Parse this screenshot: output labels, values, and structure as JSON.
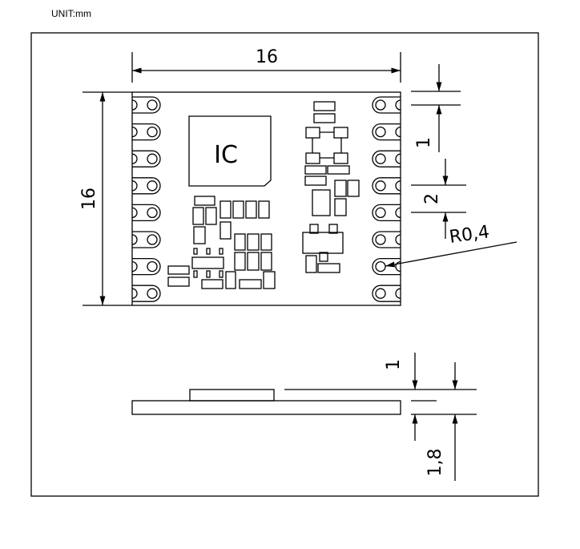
{
  "unit_label": "UNIT:mm",
  "top_view": {
    "chip_label": "IC",
    "width_dim": "16",
    "height_dim": "16",
    "pad_gap_dim": "1",
    "pad_pitch_dim": "2",
    "radius_dim": "R0,4",
    "pads_per_side": 8
  },
  "side_view": {
    "shield_height_dim": "1",
    "total_height_dim": "1,8"
  }
}
